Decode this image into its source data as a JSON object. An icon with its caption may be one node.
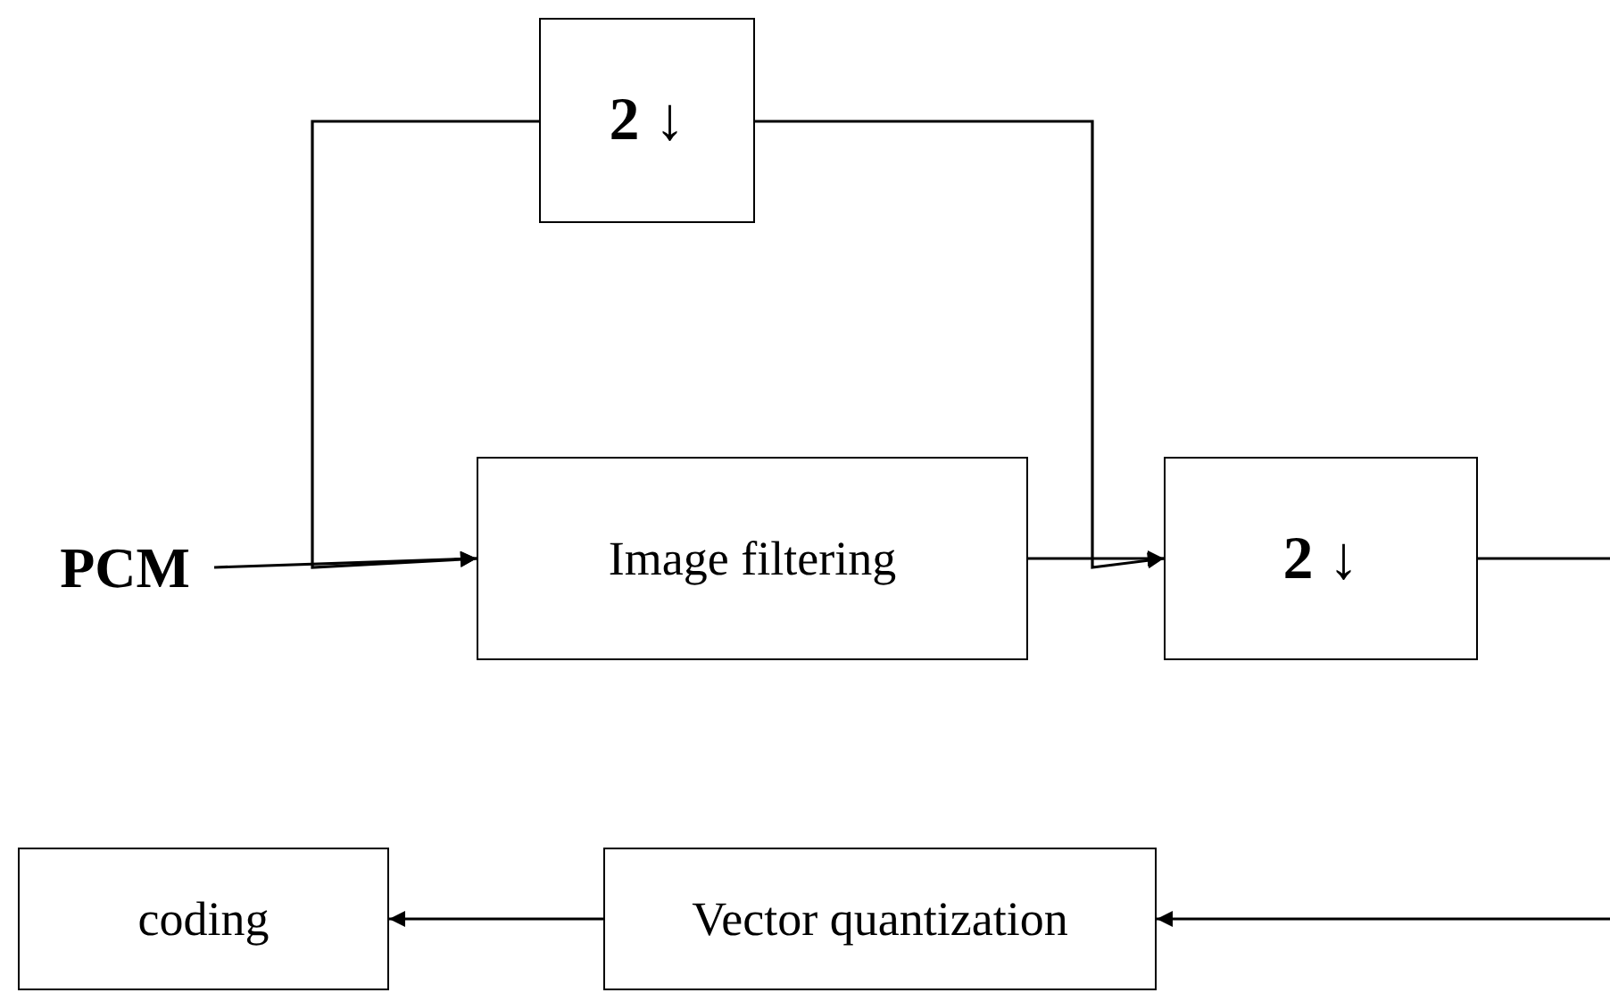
{
  "diagram": {
    "nodes": [
      {
        "text": [
          "PCM"
        ]
      },
      {
        "text": [
          "2 ↓"
        ]
      },
      {
        "text": [
          "Image filtering"
        ]
      },
      {
        "text": [
          "2 ↓"
        ]
      },
      {
        "text": [
          "coding"
        ]
      },
      {
        "text": [
          "Vector quantization"
        ]
      }
    ],
    "edges": [
      {
        "from": 0,
        "to": 2,
        "arrow": "to"
      },
      {
        "from": 1,
        "to": 2,
        "arrow": "to"
      },
      {
        "from": 2,
        "to": 3,
        "arrow": "to"
      },
      {
        "from": 1,
        "to": 3,
        "arrow": "to"
      },
      {
        "from": 3,
        "to": null,
        "arrow": "none"
      },
      {
        "from": null,
        "to": 5,
        "arrow": "to"
      },
      {
        "from": 5,
        "to": 4,
        "arrow": "to"
      }
    ]
  }
}
